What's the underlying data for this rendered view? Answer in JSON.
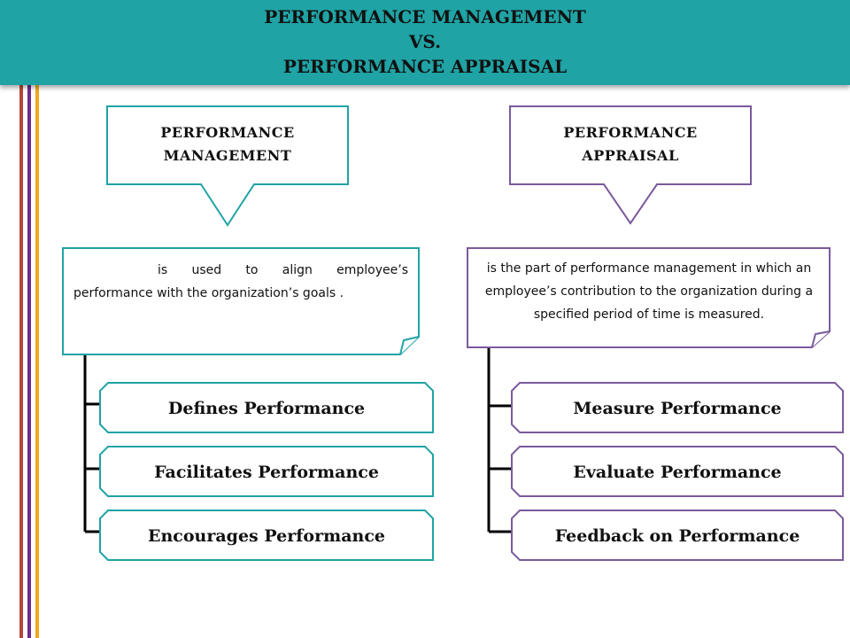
{
  "title": {
    "line1": "PERFORMANCE MANAGEMENT",
    "line2": "VS.",
    "line3": "PERFORMANCE APPRAISAL"
  },
  "colors": {
    "teal": "#1fa3a5",
    "purple": "#7a5a9c",
    "stripe_red": "#b5463a",
    "stripe_purple": "#6c2c8c",
    "stripe_orange": "#f0a81e"
  },
  "management": {
    "header_line1": "PERFORMANCE",
    "header_line2": "MANAGEMENT",
    "description": "is used to align employee’s performance with the organization’s goals .",
    "items": [
      "Defines Performance",
      "Facilitates Performance",
      "Encourages Performance"
    ]
  },
  "appraisal": {
    "header_line1": "PERFORMANCE",
    "header_line2": "APPRAISAL",
    "description": "is the part of performance management in which an employee’s contribution to the organization during a specified period of time is measured.",
    "items": [
      "Measure Performance",
      "Evaluate Performance",
      "Feedback on Performance"
    ]
  }
}
